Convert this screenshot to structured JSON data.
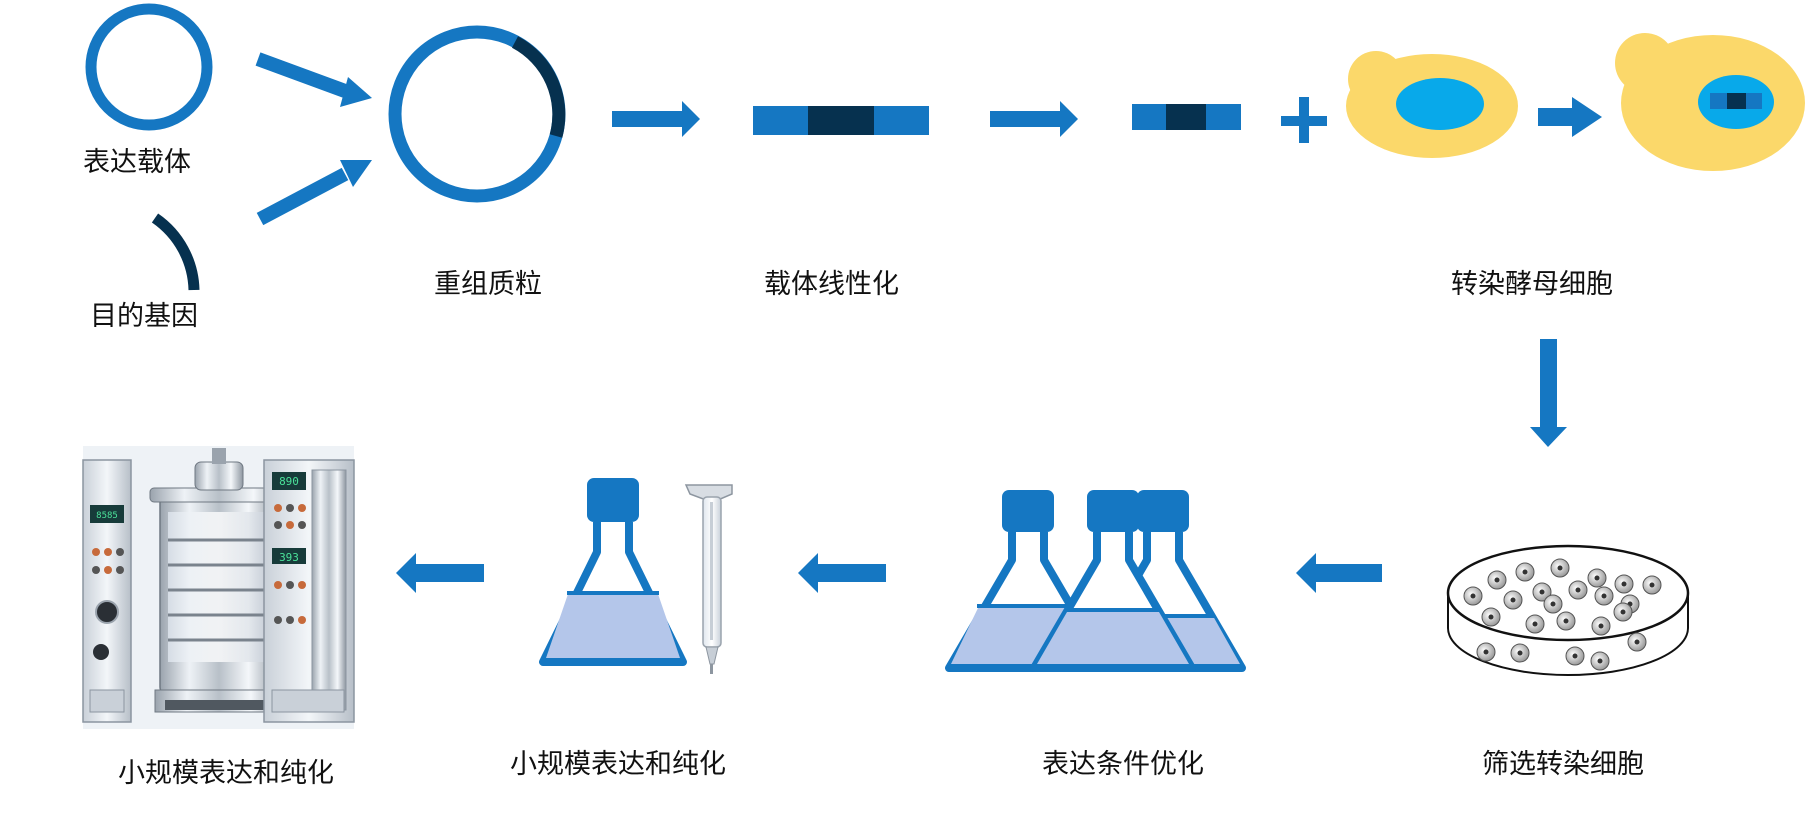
{
  "labels": {
    "expression_vector": "表达载体",
    "target_gene": "目的基因",
    "recombinant_plasmid": "重组质粒",
    "vector_linearization": "载体线性化",
    "transfect_yeast": "转染酵母细胞",
    "screen_transfected": "筛选转染细胞",
    "condition_optimization": "表达条件优化",
    "small_scale_1": "小规模表达和纯化",
    "small_scale_2": "小规模表达和纯化"
  },
  "colors": {
    "blue": "#1577c2",
    "navy": "#06314f",
    "yeast_yellow": "#fbd86a",
    "nucleus_cyan": "#08a9ea",
    "liquid": "#b4c6ea",
    "arrow": "#1577c2"
  },
  "icons": [
    "plasmid-icon",
    "gene-fragment-icon",
    "linear-dna-icon",
    "yeast-cell-icon",
    "petri-dish-icon",
    "flask-icon",
    "column-icon",
    "bioreactor-icon"
  ]
}
